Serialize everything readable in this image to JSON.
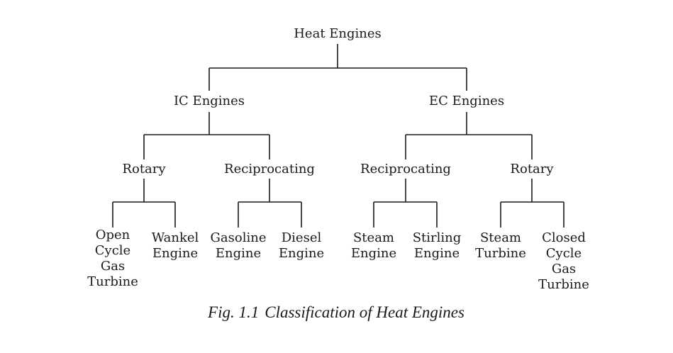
{
  "diagram": {
    "root": "Heat Engines",
    "ic": "IC Engines",
    "ec": "EC Engines",
    "ic_rotary": "Rotary",
    "ic_recip": "Reciprocating",
    "ec_recip": "Reciprocating",
    "ec_rotary": "Rotary",
    "leaves": {
      "open_cycle_gas_turbine": [
        "Open",
        "Cycle",
        "Gas",
        "Turbine"
      ],
      "wankel_engine": [
        "Wankel",
        "Engine"
      ],
      "gasoline_engine": [
        "Gasoline",
        "Engine"
      ],
      "diesel_engine": [
        "Diesel",
        "Engine"
      ],
      "steam_engine": [
        "Steam",
        "Engine"
      ],
      "stirling_engine": [
        "Stirling",
        "Engine"
      ],
      "steam_turbine": [
        "Steam",
        "Turbine"
      ],
      "closed_cycle_gas_turbine": [
        "Closed",
        "Cycle",
        "Gas",
        "Turbine"
      ]
    }
  },
  "caption": {
    "fig_label": "Fig. 1.1",
    "title": "Classification of Heat Engines"
  }
}
